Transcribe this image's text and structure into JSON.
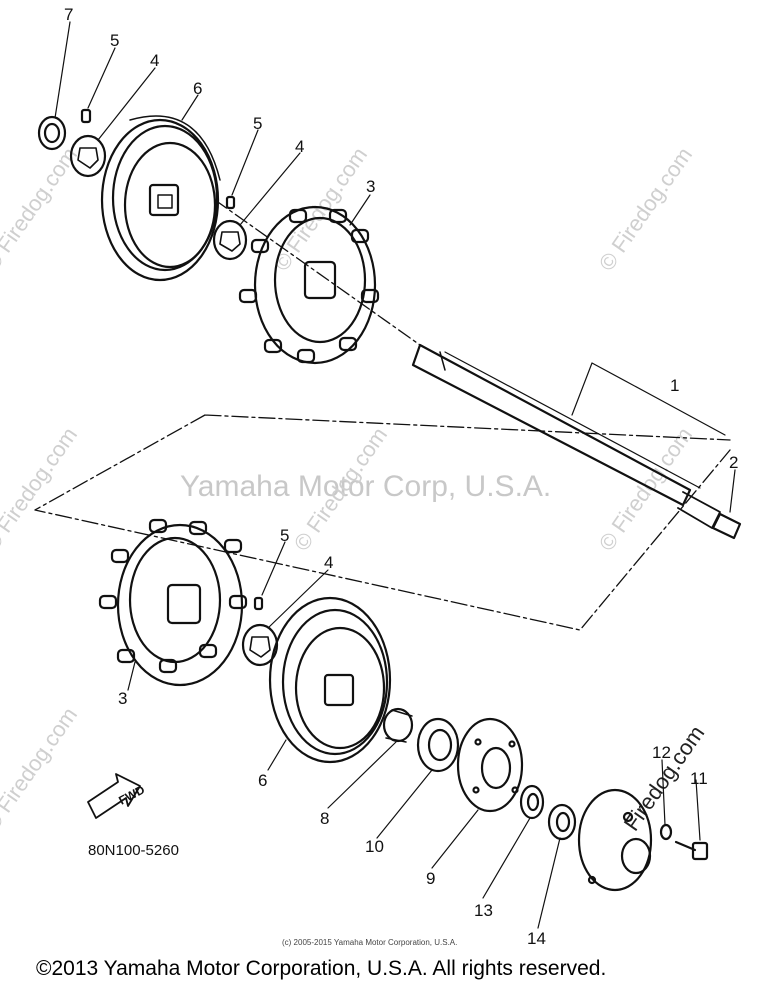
{
  "diagram": {
    "callouts": [
      {
        "id": "c7a",
        "text": "7"
      },
      {
        "id": "c5a",
        "text": "5"
      },
      {
        "id": "c4a",
        "text": "4"
      },
      {
        "id": "c6a",
        "text": "6"
      },
      {
        "id": "c5b",
        "text": "5"
      },
      {
        "id": "c4b",
        "text": "4"
      },
      {
        "id": "c3a",
        "text": "3"
      },
      {
        "id": "c1",
        "text": "1"
      },
      {
        "id": "c2",
        "text": "2"
      },
      {
        "id": "c5c",
        "text": "5"
      },
      {
        "id": "c4c",
        "text": "4"
      },
      {
        "id": "c3b",
        "text": "3"
      },
      {
        "id": "c6b",
        "text": "6"
      },
      {
        "id": "c8",
        "text": "8"
      },
      {
        "id": "c10",
        "text": "10"
      },
      {
        "id": "c9",
        "text": "9"
      },
      {
        "id": "c13",
        "text": "13"
      },
      {
        "id": "c14",
        "text": "14"
      },
      {
        "id": "c12",
        "text": "12"
      },
      {
        "id": "c11",
        "text": "11"
      }
    ],
    "part_number": "80N100-5260",
    "fwd_label": "FWD"
  },
  "watermarks": {
    "center": "Yamaha Motor Corp, U.S.A.",
    "site": "© Firedog.com",
    "site_plain": "Firedog.com"
  },
  "small_copyright": "(c) 2005-2015 Yamaha Motor Corporation, U.S.A.",
  "footer": "©2013 Yamaha Motor Corporation, U.S.A. All rights reserved."
}
